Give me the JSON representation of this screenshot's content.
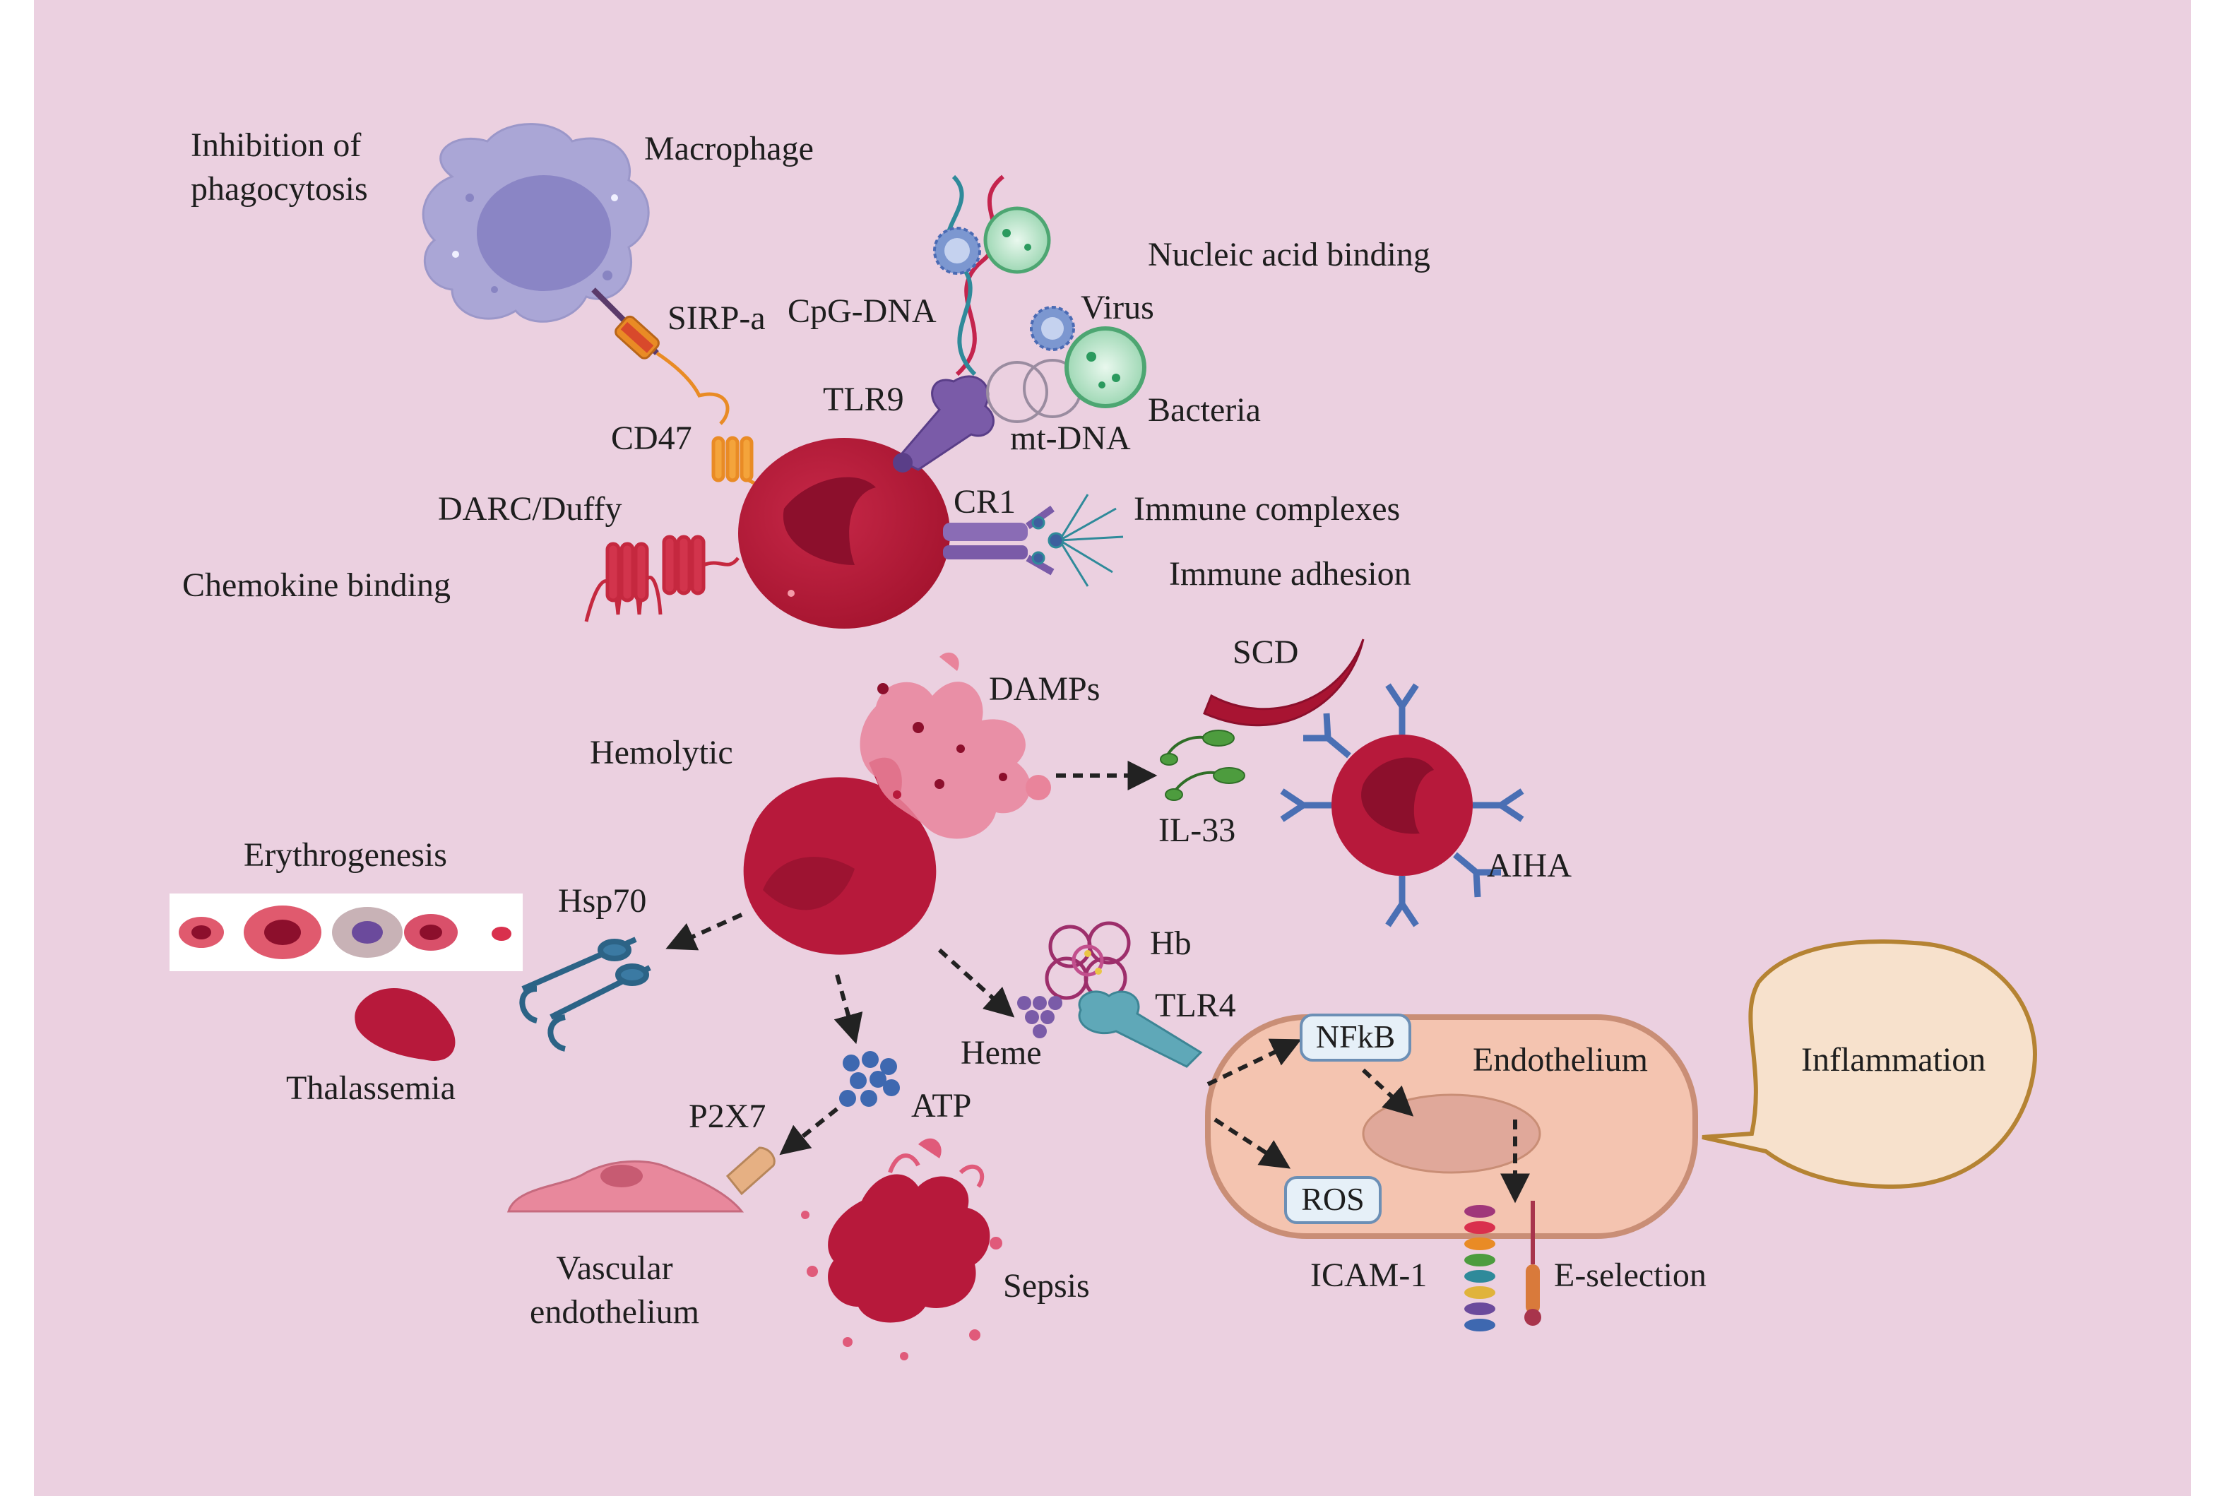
{
  "colors": {
    "background": "#ebd0e0",
    "panel_edge": "#ffffff",
    "rbc": "#b7193b",
    "rbc_dark": "#8c0f2c",
    "macrophage": "#aaa6d6",
    "nucleus": "#8984c4",
    "receptor_purple": "#7a5ba8",
    "receptor_orange": "#e98b25",
    "antibody_blue": "#4a6fb4",
    "il33_green": "#4d9c3e",
    "atp_blue": "#3e68b0",
    "endothelium_fill": "#f4c4b0",
    "endothelium_edge": "#c98e76",
    "inflammation_fill": "#f7e1cc",
    "inflammation_edge": "#b58333",
    "arrow": "#222222"
  },
  "labels": {
    "inhibition": "Inhibition of phagocytosis",
    "macrophage": "Macrophage",
    "sirpa": "SIRP-a",
    "cpg": "CpG-DNA",
    "nucleic": "Nucleic acid binding",
    "virus": "Virus",
    "tlr9": "TLR9",
    "bacteria": "Bacteria",
    "cd47": "CD47",
    "mtdna": "mt-DNA",
    "darc": "DARC/Duffy",
    "cr1": "CR1",
    "immune_complexes": "Immune complexes",
    "chemokine": "Chemokine binding",
    "immune_adhesion": "Immune adhesion",
    "scd": "SCD",
    "damps": "DAMPs",
    "hemolytic": "Hemolytic",
    "il33": "IL-33",
    "aiha": "AIHA",
    "erythrogenesis": "Erythrogenesis",
    "hsp70": "Hsp70",
    "hb": "Hb",
    "tlr4": "TLR4",
    "heme": "Heme",
    "nfkb": "NFkB",
    "endothelium": "Endothelium",
    "inflammation": "Inflammation",
    "thalassemia": "Thalassemia",
    "atp": "ATP",
    "p2x7": "P2X7",
    "ros": "ROS",
    "vascular": "Vascular endothelium",
    "sepsis": "Sepsis",
    "icam1": "ICAM-1",
    "eselection": "E-selection"
  }
}
